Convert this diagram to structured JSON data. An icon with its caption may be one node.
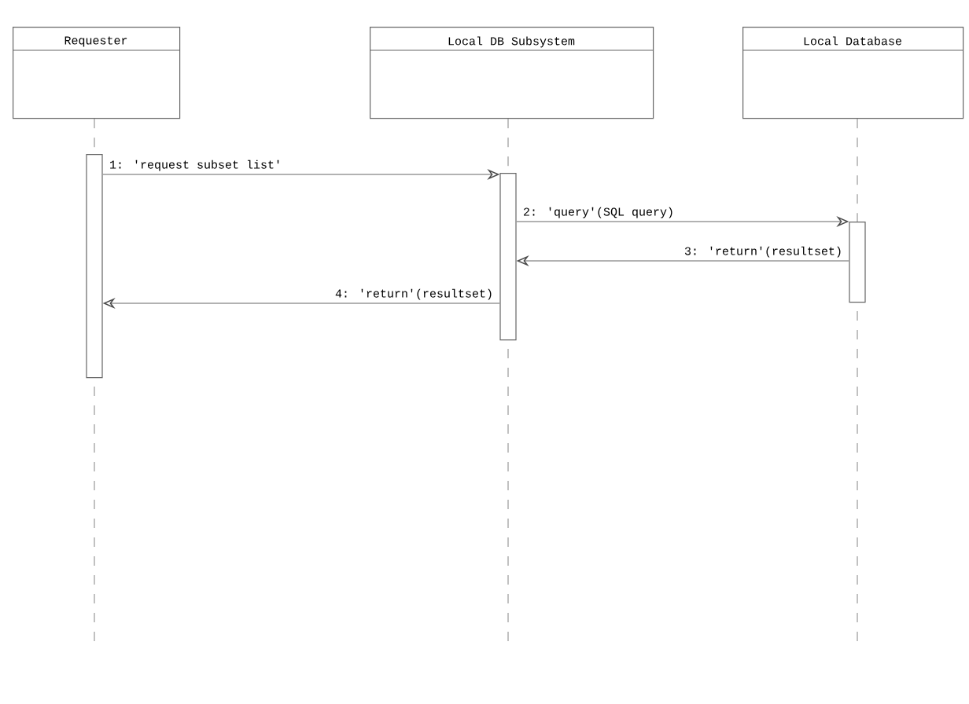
{
  "diagram": {
    "nodes": [
      {
        "text": [
          "Requester"
        ]
      },
      {
        "text": [
          "Local DB Subsystem"
        ]
      },
      {
        "text": [
          "Local Database"
        ]
      },
      {
        "text": [],
        "shape": "bar"
      },
      {
        "text": [],
        "shape": "bar"
      },
      {
        "text": [],
        "shape": "bar"
      }
    ],
    "edges": [
      {
        "from": 0,
        "to": 3,
        "arrow": "none",
        "style": "dashed"
      },
      {
        "from": 1,
        "to": 4,
        "arrow": "none",
        "style": "dashed"
      },
      {
        "from": 2,
        "to": 5,
        "arrow": "none",
        "style": "dashed"
      },
      {
        "from": 3,
        "to": 4,
        "arrow": "to",
        "label": "1: 'request subset list'"
      },
      {
        "from": 4,
        "to": 5,
        "arrow": "to",
        "label": "2: 'query'(SQL query)"
      },
      {
        "from": 5,
        "to": 4,
        "arrow": "to",
        "label": "3: 'return'(resultset)"
      },
      {
        "from": 4,
        "to": 3,
        "arrow": "to",
        "label": "4: 'return'(resultset)"
      }
    ]
  }
}
